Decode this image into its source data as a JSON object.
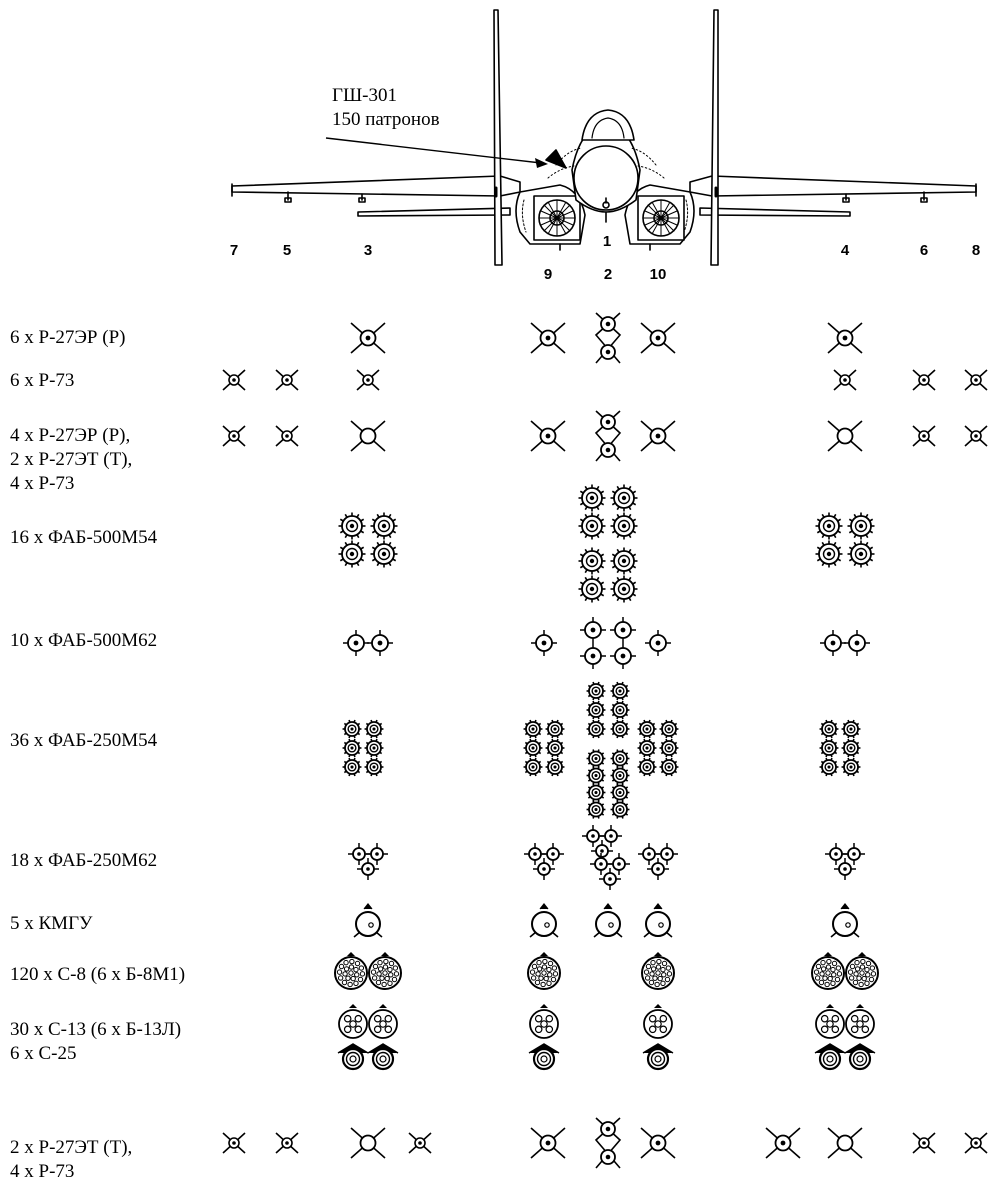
{
  "gun": {
    "name": "ГШ-301",
    "rounds": "150 патронов"
  },
  "stations": [
    {
      "id": "7"
    },
    {
      "id": "5"
    },
    {
      "id": "3"
    },
    {
      "id": "9"
    },
    {
      "id": "1"
    },
    {
      "id": "2"
    },
    {
      "id": "10"
    },
    {
      "id": "4"
    },
    {
      "id": "6"
    },
    {
      "id": "8"
    }
  ],
  "loadouts": [
    {
      "label_lines": [
        "6 x Р-27ЭР (Р)"
      ],
      "sym": "missile-l",
      "stations": [
        "3",
        "9",
        "2",
        "10",
        "4"
      ]
    },
    {
      "label_lines": [
        "6 x Р-73"
      ],
      "sym": "missile-s",
      "stations": [
        "7",
        "5",
        "3",
        "4",
        "6",
        "8"
      ]
    },
    {
      "label_lines": [
        "4 x Р-27ЭР (Р),",
        "2 x Р-27ЭТ (Т),",
        "4 x Р-73"
      ],
      "sym": "mixed",
      "stations": [
        "7",
        "5",
        "3",
        "9",
        "2",
        "10",
        "4",
        "6",
        "8"
      ]
    },
    {
      "label_lines": [
        "16 x ФАБ-500М54"
      ],
      "sym": "fab500m54",
      "stations": [
        "3",
        "2",
        "4"
      ]
    },
    {
      "label_lines": [
        "10 x ФАБ-500М62"
      ],
      "sym": "fab500m62",
      "stations": [
        "3",
        "9",
        "2",
        "10",
        "4"
      ]
    },
    {
      "label_lines": [
        "36 x ФАБ-250М54"
      ],
      "sym": "fab250m54",
      "stations": [
        "3",
        "9",
        "2",
        "10",
        "4"
      ]
    },
    {
      "label_lines": [
        "18 x ФАБ-250М62"
      ],
      "sym": "fab250m62",
      "stations": [
        "3",
        "9",
        "2",
        "10",
        "4"
      ]
    },
    {
      "label_lines": [
        "5 x КМГУ"
      ],
      "sym": "kmgu",
      "stations": [
        "3",
        "9",
        "2",
        "10",
        "4"
      ]
    },
    {
      "label_lines": [
        "120 x С-8 (6 x Б-8М1)"
      ],
      "sym": "s8",
      "stations": [
        "3",
        "9",
        "10",
        "4"
      ]
    },
    {
      "label_lines": [
        "30 x С-13 (6 x Б-13Л)",
        "6 x С-25"
      ],
      "sym": "s13",
      "stations": [
        "3",
        "9",
        "10",
        "4"
      ]
    },
    {
      "label_lines": [
        "2 x Р-27ЭТ (Т),",
        "4 x Р-73"
      ],
      "sym": "mixed2",
      "stations": [
        "7",
        "5",
        "3",
        "9",
        "2",
        "10",
        "4",
        "6",
        "8"
      ]
    }
  ]
}
